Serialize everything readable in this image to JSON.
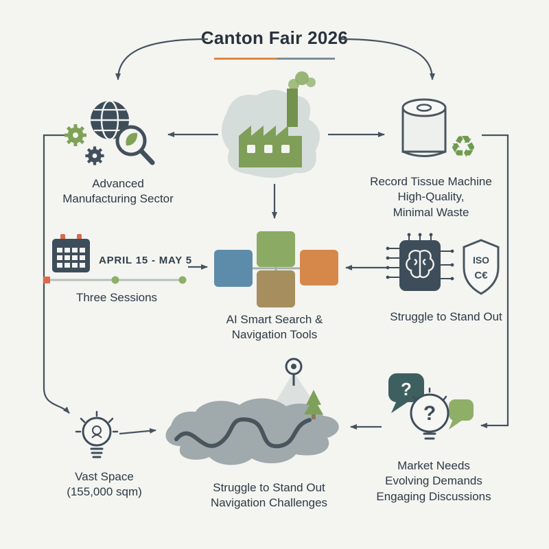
{
  "title": "Canton Fair 2026",
  "nodes": {
    "manufacturing": {
      "lines": [
        "Advanced",
        "Manufacturing Sector"
      ]
    },
    "tissue": {
      "lines": [
        "Record Tissue Machine",
        "High-Quality,",
        "Minimal Waste"
      ]
    },
    "schedule": {
      "date": "APRIL 15 - MAY 5",
      "label": "Three Sessions"
    },
    "ai_tools": {
      "lines": [
        "AI Smart Search &",
        "Navigation Tools"
      ]
    },
    "standout": {
      "label": "Struggle to Stand Out",
      "badge": {
        "iso": "ISO",
        "ce": "C€"
      }
    },
    "vast_space": {
      "lines": [
        "Vast Space",
        "(155,000 sqm)"
      ]
    },
    "navigation": {
      "lines": [
        "Struggle to Stand Out",
        "Navigation Challenges"
      ]
    },
    "market": {
      "lines": [
        "Market Needs",
        "Evolving Demands",
        "Engaging Discussions"
      ]
    }
  },
  "icons": {
    "question_mark": "?",
    "recycle": "♻"
  },
  "colors": {
    "background": "#f4f4f1",
    "ink": "#46535f",
    "icon_slate": "#3e4d5a",
    "text": "#2c3945",
    "green": "#8bab64",
    "blue": "#5d8cab",
    "orange": "#d6884a",
    "brown": "#a68e5f",
    "teal_bubble": "#3d5f5f",
    "accent_orange": "#e0873c",
    "timeline_gray": "#b6c0ba"
  }
}
